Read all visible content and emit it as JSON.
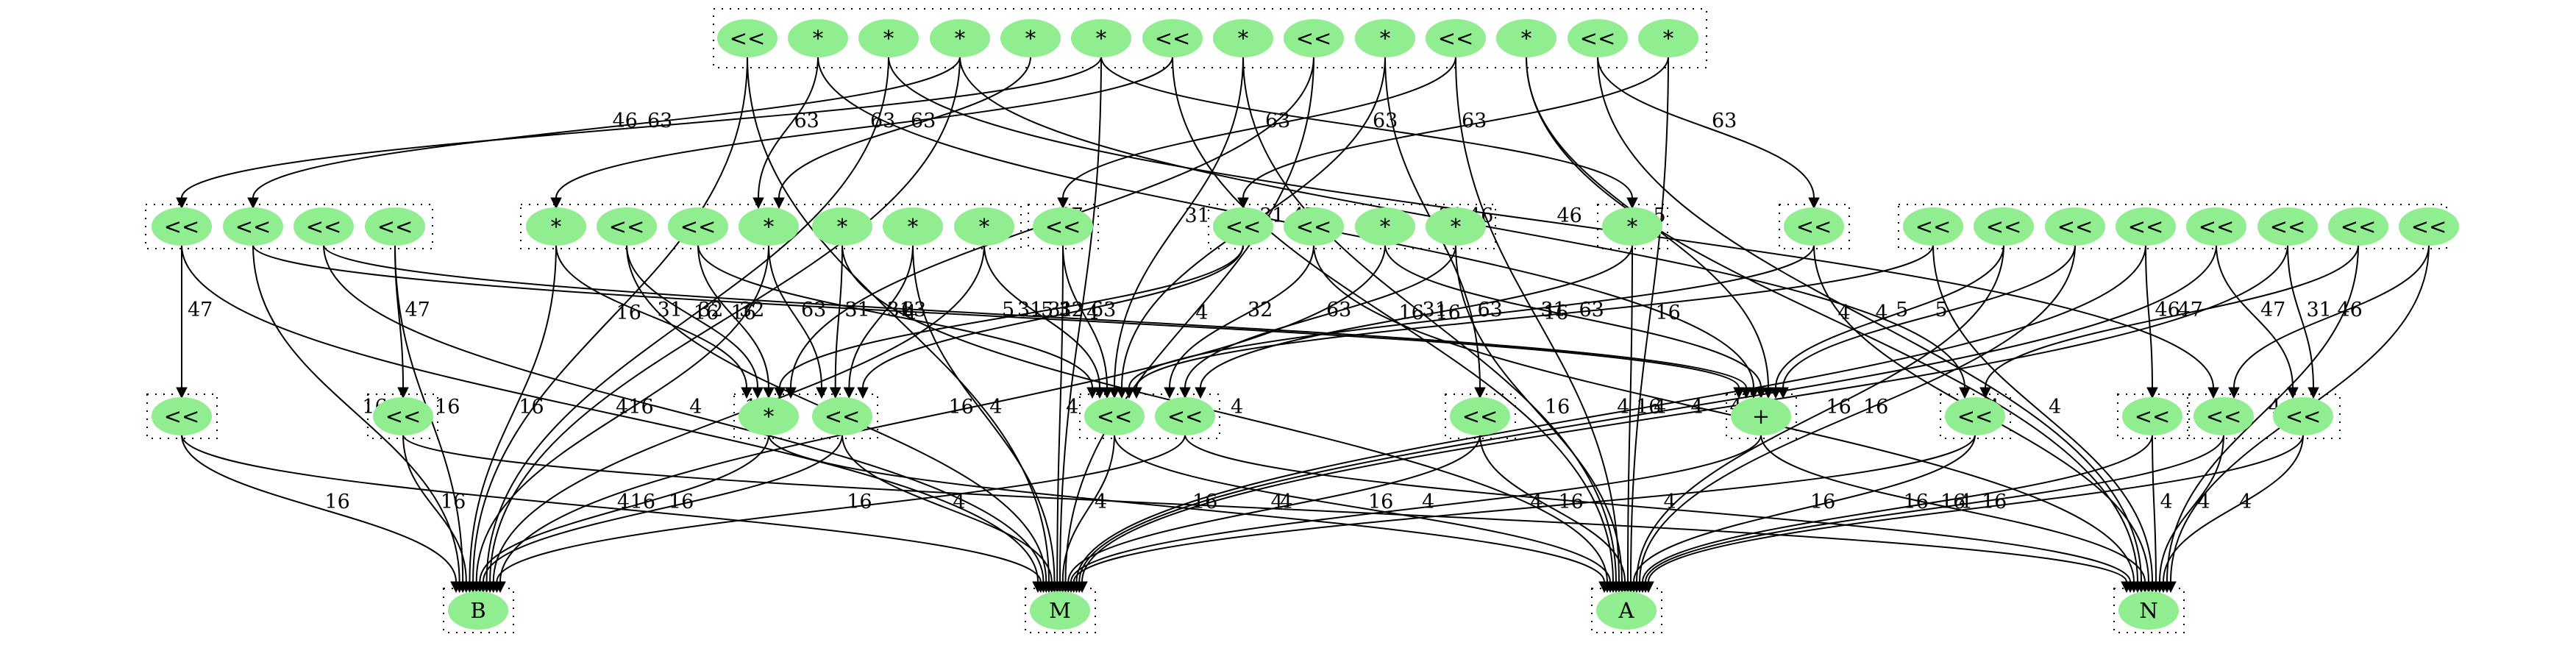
{
  "nodes": {
    "t0": "<<",
    "t1": "*",
    "t2": "*",
    "t3": "*",
    "t4": "*",
    "t5": "*",
    "t6": "<<",
    "t7": "*",
    "t8": "<<",
    "t9": "*",
    "t10": "<<",
    "t11": "*",
    "t12": "<<",
    "t13": "*",
    "a1": "<<",
    "a2": "<<",
    "a3": "<<",
    "a4": "<<",
    "b1": "*",
    "b2": "<<",
    "b3": "<<",
    "b4": "*",
    "b5": "*",
    "b6": "*",
    "b7": "*",
    "c1": "<<",
    "d1": "<<",
    "d2": "<<",
    "d3": "*",
    "d4": "*",
    "e1": "*",
    "f1": "<<",
    "g1": "<<",
    "g2": "<<",
    "g3": "<<",
    "g4": "<<",
    "g5": "<<",
    "g6": "<<",
    "g7": "<<",
    "g8": "<<",
    "h1": "<<",
    "h2": "<<",
    "h3": "*",
    "h4": "<<",
    "h5": "<<",
    "h6": "<<",
    "h7": "<<",
    "h8": "+",
    "h9": "<<",
    "h10": "<<",
    "h11": "<<",
    "h12": "<<",
    "B": "B",
    "M": "M",
    "A": "A",
    "N": "N"
  },
  "edges": [
    {
      "from": "t0",
      "to": "M",
      "label": "4"
    },
    {
      "from": "t0",
      "to": "B",
      "label": "16"
    },
    {
      "from": "t1",
      "to": "h8",
      "label": "47"
    },
    {
      "from": "t1",
      "to": "b4",
      "label": "63"
    },
    {
      "from": "t2",
      "to": "B",
      "label": "16"
    },
    {
      "from": "t2",
      "to": "h11",
      "label": "46"
    },
    {
      "from": "t3",
      "to": "a2",
      "label": "46"
    },
    {
      "from": "t3",
      "to": "B",
      "label": "16"
    },
    {
      "from": "t3",
      "to": "h9",
      "label": "46"
    },
    {
      "from": "t4",
      "to": "b4",
      "label": "63"
    },
    {
      "from": "t5",
      "to": "a1",
      "label": "63"
    },
    {
      "from": "t5",
      "to": "M",
      "label": "4"
    },
    {
      "from": "t5",
      "to": "e1",
      "label": "63"
    },
    {
      "from": "t6",
      "to": "b1",
      "label": "63"
    },
    {
      "from": "t6",
      "to": "A",
      "label": "16"
    },
    {
      "from": "t7",
      "to": "h5",
      "label": "31"
    },
    {
      "from": "t7",
      "to": "A",
      "label": "16"
    },
    {
      "from": "t8",
      "to": "h3",
      "label": "47"
    },
    {
      "from": "t8",
      "to": "M",
      "label": "4"
    },
    {
      "from": "t9",
      "to": "h5",
      "label": "31"
    },
    {
      "from": "t9",
      "to": "h7",
      "label": "31"
    },
    {
      "from": "t10",
      "to": "c1",
      "label": "63"
    },
    {
      "from": "t10",
      "to": "A",
      "label": "16"
    },
    {
      "from": "t11",
      "to": "h8",
      "label": "5"
    },
    {
      "from": "t11",
      "to": "N",
      "label": "4"
    },
    {
      "from": "t12",
      "to": "f1",
      "label": "63"
    },
    {
      "from": "t12",
      "to": "N",
      "label": "4"
    },
    {
      "from": "t13",
      "to": "A",
      "label": "16"
    },
    {
      "from": "t13",
      "to": "d1",
      "label": "63"
    },
    {
      "from": "a1",
      "to": "h1",
      "label": "47"
    },
    {
      "from": "a1",
      "to": "M",
      "label": "4"
    },
    {
      "from": "a2",
      "to": "h8",
      "label": "5"
    },
    {
      "from": "a2",
      "to": "B",
      "label": "16"
    },
    {
      "from": "a3",
      "to": "h8",
      "label": "5"
    },
    {
      "from": "a3",
      "to": "M",
      "label": "4"
    },
    {
      "from": "a4",
      "to": "h2",
      "label": "47"
    },
    {
      "from": "a4",
      "to": "B",
      "label": "16"
    },
    {
      "from": "b1",
      "to": "h3",
      "label": "31"
    },
    {
      "from": "b1",
      "to": "B",
      "label": "16"
    },
    {
      "from": "b2",
      "to": "h3",
      "label": "32"
    },
    {
      "from": "b2",
      "to": "M",
      "label": "4"
    },
    {
      "from": "b3",
      "to": "h3",
      "label": "32"
    },
    {
      "from": "b3",
      "to": "h5",
      "label": "63"
    },
    {
      "from": "b4",
      "to": "B",
      "label": "16"
    },
    {
      "from": "b4",
      "to": "h4",
      "label": "63"
    },
    {
      "from": "b5",
      "to": "h4",
      "label": "31"
    },
    {
      "from": "b5",
      "to": "A",
      "label": "4"
    },
    {
      "from": "b6",
      "to": "h4",
      "label": "31"
    },
    {
      "from": "b6",
      "to": "M",
      "label": "4"
    },
    {
      "from": "b7",
      "to": "B",
      "label": "16"
    },
    {
      "from": "b7",
      "to": "h5",
      "label": "31"
    },
    {
      "from": "c1",
      "to": "h5",
      "label": "63"
    },
    {
      "from": "c1",
      "to": "M",
      "label": "4"
    },
    {
      "from": "d1",
      "to": "h3",
      "label": "31"
    },
    {
      "from": "d1",
      "to": "h4",
      "label": "32"
    },
    {
      "from": "d2",
      "to": "h6",
      "label": "32"
    },
    {
      "from": "d2",
      "to": "N",
      "label": "4"
    },
    {
      "from": "d3",
      "to": "h8",
      "label": "63"
    },
    {
      "from": "d3",
      "to": "B",
      "label": "16"
    },
    {
      "from": "d4",
      "to": "h6",
      "label": "63"
    },
    {
      "from": "d4",
      "to": "A",
      "label": "16"
    },
    {
      "from": "e1",
      "to": "h6",
      "label": "31"
    },
    {
      "from": "e1",
      "to": "A",
      "label": "16"
    },
    {
      "from": "f1",
      "to": "h5",
      "label": "63"
    },
    {
      "from": "f1",
      "to": "N",
      "label": "4"
    },
    {
      "from": "g1",
      "to": "h5",
      "label": "31"
    },
    {
      "from": "g1",
      "to": "N",
      "label": "4"
    },
    {
      "from": "g2",
      "to": "h8",
      "label": "5"
    },
    {
      "from": "g2",
      "to": "A",
      "label": "16"
    },
    {
      "from": "g3",
      "to": "A",
      "label": "16"
    },
    {
      "from": "g3",
      "to": "h8",
      "label": "5"
    },
    {
      "from": "g4",
      "to": "h10",
      "label": "46"
    },
    {
      "from": "g4",
      "to": "M",
      "label": "4"
    },
    {
      "from": "g5",
      "to": "h12",
      "label": "47"
    },
    {
      "from": "g5",
      "to": "M",
      "label": "4"
    },
    {
      "from": "g6",
      "to": "h12",
      "label": "31"
    },
    {
      "from": "g6",
      "to": "M",
      "label": "4"
    },
    {
      "from": "g7",
      "to": "h9",
      "label": "47"
    },
    {
      "from": "g7",
      "to": "N",
      "label": "4"
    },
    {
      "from": "g8",
      "to": "h11",
      "label": "46"
    },
    {
      "from": "g8",
      "to": "N",
      "label": "4"
    },
    {
      "from": "h1",
      "to": "B",
      "label": "16"
    },
    {
      "from": "h1",
      "to": "M",
      "label": "4"
    },
    {
      "from": "h2",
      "to": "B",
      "label": "16"
    },
    {
      "from": "h2",
      "to": "N",
      "label": "4"
    },
    {
      "from": "h3",
      "to": "B",
      "label": "16"
    },
    {
      "from": "h3",
      "to": "A",
      "label": "16"
    },
    {
      "from": "h4",
      "to": "B",
      "label": "16"
    },
    {
      "from": "h4",
      "to": "M",
      "label": "4"
    },
    {
      "from": "h5",
      "to": "M",
      "label": "4"
    },
    {
      "from": "h5",
      "to": "A",
      "label": "16"
    },
    {
      "from": "h6",
      "to": "B",
      "label": "16"
    },
    {
      "from": "h6",
      "to": "N",
      "label": "4"
    },
    {
      "from": "h7",
      "to": "M",
      "label": "4"
    },
    {
      "from": "h7",
      "to": "A",
      "label": "16"
    },
    {
      "from": "h8",
      "to": "M",
      "label": "4"
    },
    {
      "from": "h8",
      "to": "N",
      "label": "4"
    },
    {
      "from": "h9",
      "to": "M",
      "label": "4"
    },
    {
      "from": "h9",
      "to": "A",
      "label": "16"
    },
    {
      "from": "h10",
      "to": "A",
      "label": "16"
    },
    {
      "from": "h10",
      "to": "N",
      "label": "4"
    },
    {
      "from": "h11",
      "to": "A",
      "label": "16"
    },
    {
      "from": "h11",
      "to": "N",
      "label": "4"
    },
    {
      "from": "h12",
      "to": "A",
      "label": "16"
    },
    {
      "from": "h12",
      "to": "N",
      "label": "4"
    }
  ]
}
